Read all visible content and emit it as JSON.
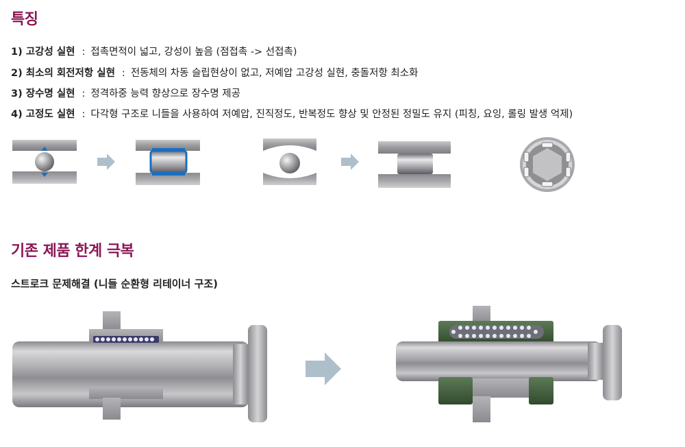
{
  "features": {
    "heading": "특징",
    "items": [
      {
        "label": "1) 고강성 실현",
        "sep": ":",
        "text": "접촉면적이 넓고, 강성이 높음 (점접촉 -> 선접촉)"
      },
      {
        "label": "2) 최소의 회전저항 실현",
        "sep": ":",
        "text": "전동체의 차동 슬립현상이 없고, 저예압 고강성 실현, 충돌저항 최소화"
      },
      {
        "label": "3) 장수명 실현",
        "sep": ":",
        "text": "정격하중 능력 향상으로 장수명 제공"
      },
      {
        "label": "4) 고정도 실현",
        "sep": ":",
        "text": "다각형 구조로 니들을 사용하여 저예압, 진직정도, 반복정도 향상 및 안정된 정밀도 유지 (피칭, 요잉, 롤링 발생 억제)"
      }
    ]
  },
  "overcome": {
    "heading": "기존 제품 한계 극복",
    "subheading": "스트로크 문제해결 (니들 순환형 리테이너 구조)"
  },
  "colors": {
    "heading": "#8c1756",
    "arrow": "#aebfcc",
    "contact_blue": "#1a6fc0",
    "retainer_green": "#3f5a3a"
  }
}
